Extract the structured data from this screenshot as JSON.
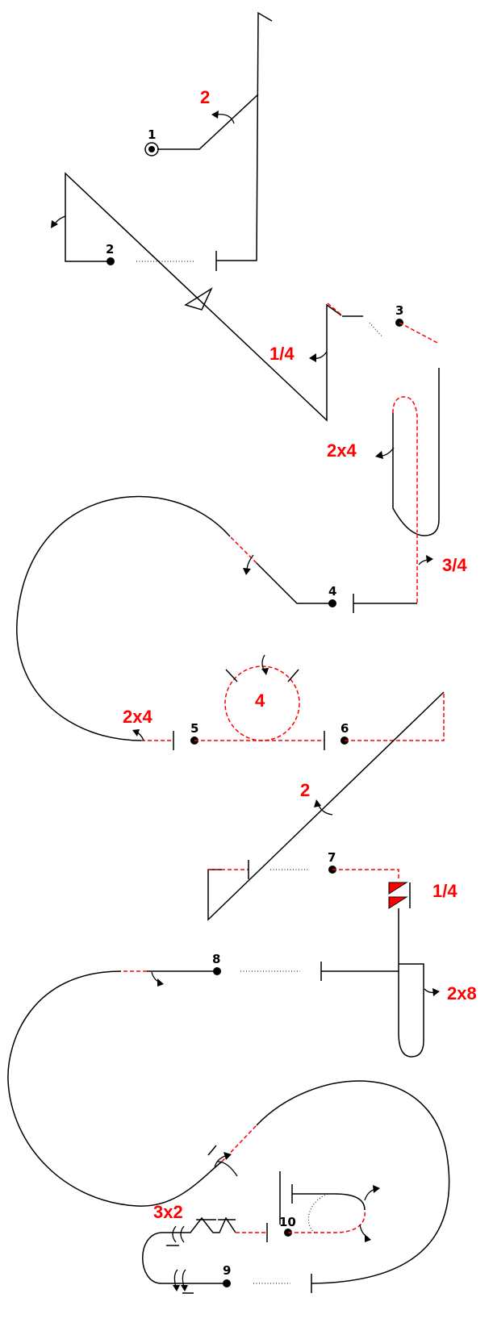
{
  "colors": {
    "line": "#000000",
    "highlight": "#ff0000"
  },
  "station_labels": [
    "1",
    "2",
    "3",
    "4",
    "5",
    "6",
    "7",
    "8",
    "9",
    "10"
  ],
  "multipliers": {
    "m_2_a": "2",
    "m_1_4_a": "1/4",
    "m_2x4_a": "2x4",
    "m_3_4": "3/4",
    "m_2x4_b": "2x4",
    "m_4": "4",
    "m_2_b": "2",
    "m_1_4_b": "1/4",
    "m_2x8": "2x8",
    "m_3x2": "3x2"
  }
}
